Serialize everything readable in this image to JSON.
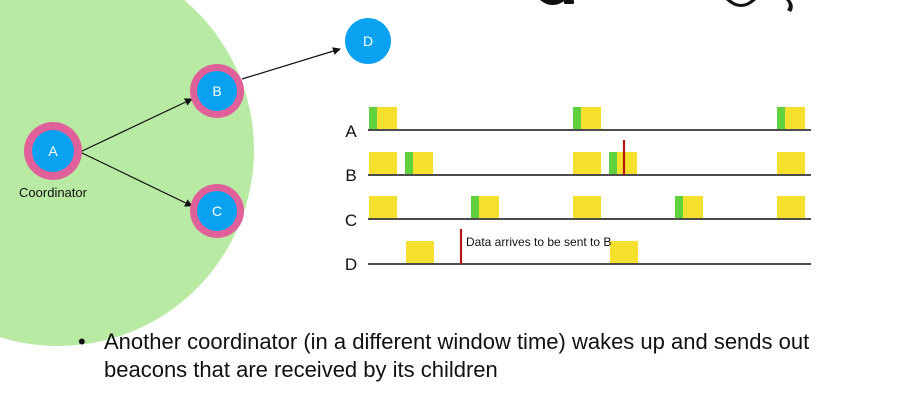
{
  "colors": {
    "range_circle": "#b9eaa3",
    "node_fill": "#0aa2f0",
    "node_ring": "#e0609a",
    "node_text": "#ffffff",
    "beacon_yellow": "#f6e02e",
    "beacon_green": "#5fd13d",
    "event_marker": "#b81414",
    "timeline": "#111111"
  },
  "nodes": [
    {
      "id": "A",
      "label": "A",
      "ring": true
    },
    {
      "id": "B",
      "label": "B",
      "ring": true
    },
    {
      "id": "C",
      "label": "C",
      "ring": true
    },
    {
      "id": "D",
      "label": "D",
      "ring": false
    }
  ],
  "coordinator_label": "Coordinator",
  "timeline_rows": [
    {
      "label": "A"
    },
    {
      "label": "B"
    },
    {
      "label": "C"
    },
    {
      "label": "D"
    }
  ],
  "event_note": "Data arrives to be sent to B",
  "bullet": {
    "symbol": "•",
    "text": "Another coordinator (in a different window time) wakes up and sends out beacons that are received by its children"
  }
}
